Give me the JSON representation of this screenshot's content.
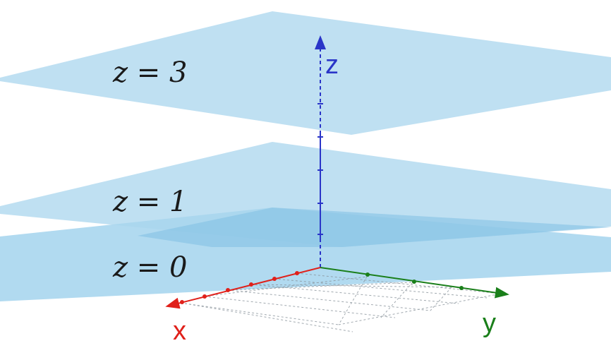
{
  "planes": [
    {
      "label": "z = 3",
      "z": 3
    },
    {
      "label": "z = 1",
      "z": 1
    },
    {
      "label": "z = 0",
      "z": 0
    }
  ],
  "axes": {
    "x": {
      "label": "x",
      "color": "#e0201a"
    },
    "y": {
      "label": "y",
      "color": "#1a7f1a"
    },
    "z": {
      "label": "z",
      "color": "#2a35c8"
    }
  },
  "colors": {
    "plane_fill": "#a9d6ee",
    "plane_overlap": "#7fbfe3",
    "grid": "#9aa3ab"
  }
}
